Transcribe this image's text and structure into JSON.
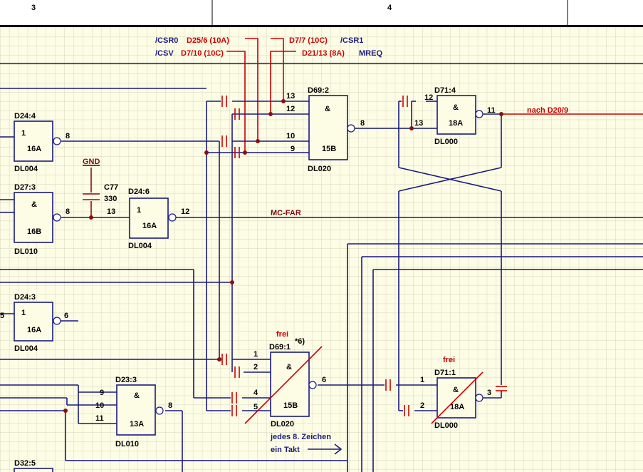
{
  "frame": {
    "zone_left": "3",
    "zone_right": "4"
  },
  "signals": {
    "csr0": "/CSR0",
    "csv": "/CSV",
    "csr1": "/CSR1",
    "mreq": "MREQ",
    "d25": "D25/6 (10A)",
    "d7_10": "D7/10 (10C)",
    "d7_7": "D7/7 (10C)",
    "d21": "D21/13 (8A)",
    "gnd": "GND",
    "mc_far": "MC-FAR",
    "nach": "nach D20/9"
  },
  "capacitor": {
    "name": "C77",
    "value": "330"
  },
  "gates": [
    {
      "id": "D24:4",
      "symbol": "1",
      "pos": "16A",
      "type": "DL004",
      "pins": [
        "8"
      ]
    },
    {
      "id": "D27:3",
      "symbol": "&",
      "pos": "16B",
      "type": "DL010",
      "pins": [
        "8"
      ]
    },
    {
      "id": "D24:6",
      "symbol": "1",
      "pos": "16A",
      "type": "DL004",
      "pins": [
        "13",
        "12"
      ]
    },
    {
      "id": "D24:3",
      "symbol": "1",
      "pos": "16A",
      "type": "DL004",
      "pins": [
        "6",
        "5"
      ]
    },
    {
      "id": "D69:2",
      "symbol": "&",
      "pos": "15B",
      "type": "DL020",
      "pins": [
        "13",
        "12",
        "10",
        "9",
        "8"
      ]
    },
    {
      "id": "D71:4",
      "symbol": "&",
      "pos": "18A",
      "type": "DL000",
      "pins": [
        "12",
        "13",
        "11"
      ]
    },
    {
      "id": "D69:1",
      "symbol": "&",
      "pos": "15B",
      "type": "DL020",
      "pins": [
        "1",
        "2",
        "4",
        "5",
        "6"
      ]
    },
    {
      "id": "D71:1",
      "symbol": "&",
      "pos": "18A",
      "type": "DL000",
      "pins": [
        "1",
        "2",
        "3"
      ]
    },
    {
      "id": "D23:3",
      "symbol": "&",
      "pos": "13A",
      "type": "DL010",
      "pins": [
        "9",
        "10",
        "11",
        "8"
      ]
    },
    {
      "id": "D32:5"
    }
  ],
  "notes": {
    "frei": "frei",
    "star6": "*6)",
    "takt_line1": "jedes 8. Zeichen",
    "takt_line2": "ein Takt"
  }
}
